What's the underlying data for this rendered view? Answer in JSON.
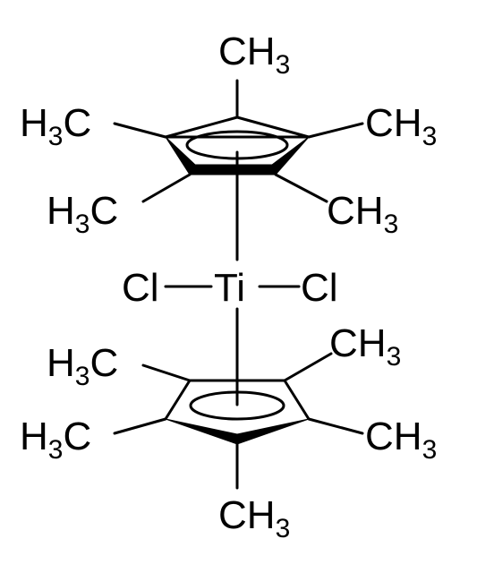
{
  "molecule": {
    "metal": "Ti",
    "halide_left": "Cl",
    "halide_right": "Cl",
    "methyl_right": {
      "main": "CH",
      "sub": "3"
    },
    "methyl_left": {
      "main": "H",
      "sub": "3",
      "tail": "C"
    }
  }
}
